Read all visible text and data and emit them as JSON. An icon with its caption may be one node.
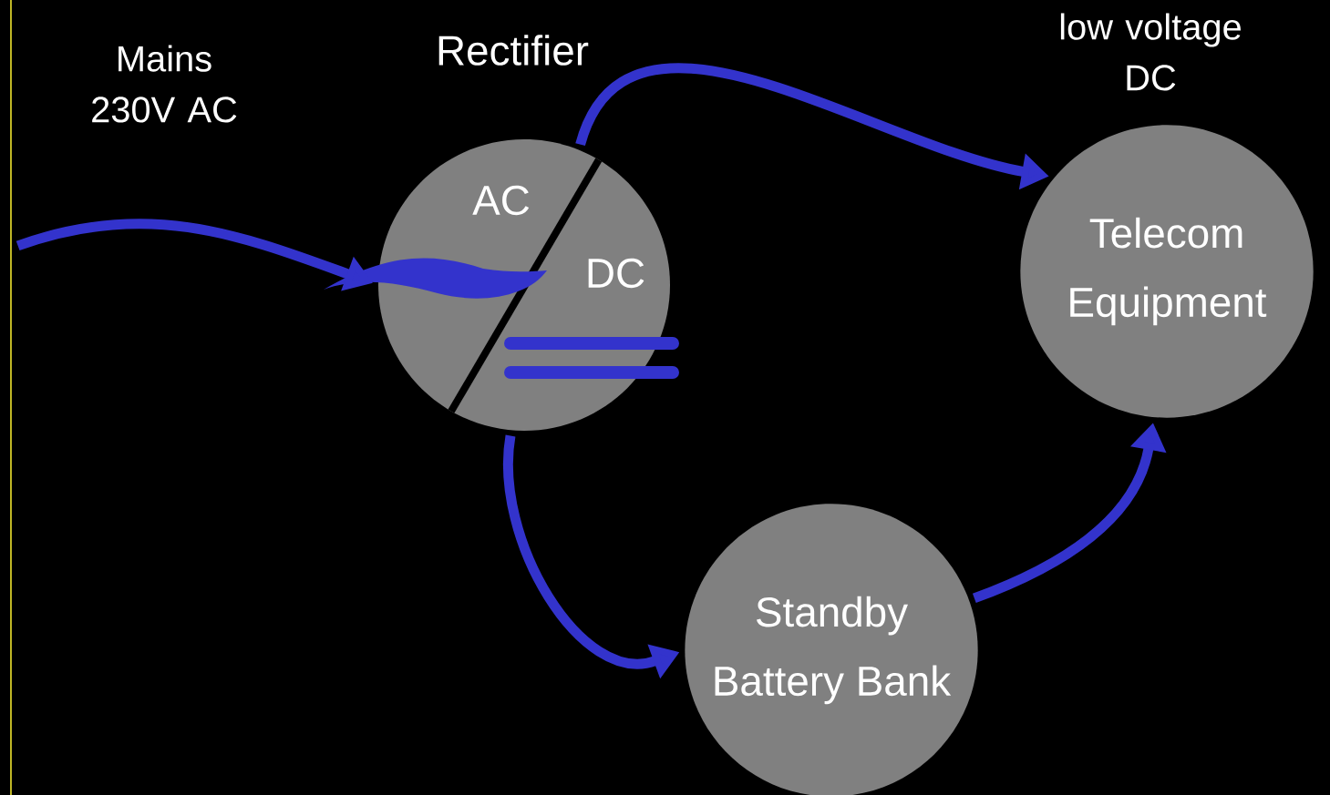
{
  "diagram": {
    "nodes": [
      {
        "text": [
          "Rectifier",
          "AC",
          "DC"
        ]
      },
      {
        "text": [
          "Telecom Equipment"
        ]
      },
      {
        "text": [
          "Standby Battery Bank"
        ]
      }
    ],
    "edges": [
      {
        "from": null,
        "to": 0,
        "arrow": "to"
      },
      {
        "from": 0,
        "to": 1,
        "arrow": "to"
      },
      {
        "from": 0,
        "to": 2,
        "arrow": "to"
      },
      {
        "from": 2,
        "to": 1,
        "arrow": "to"
      }
    ],
    "labels": [
      "Mains 230V AC",
      "low voltage DC"
    ]
  }
}
